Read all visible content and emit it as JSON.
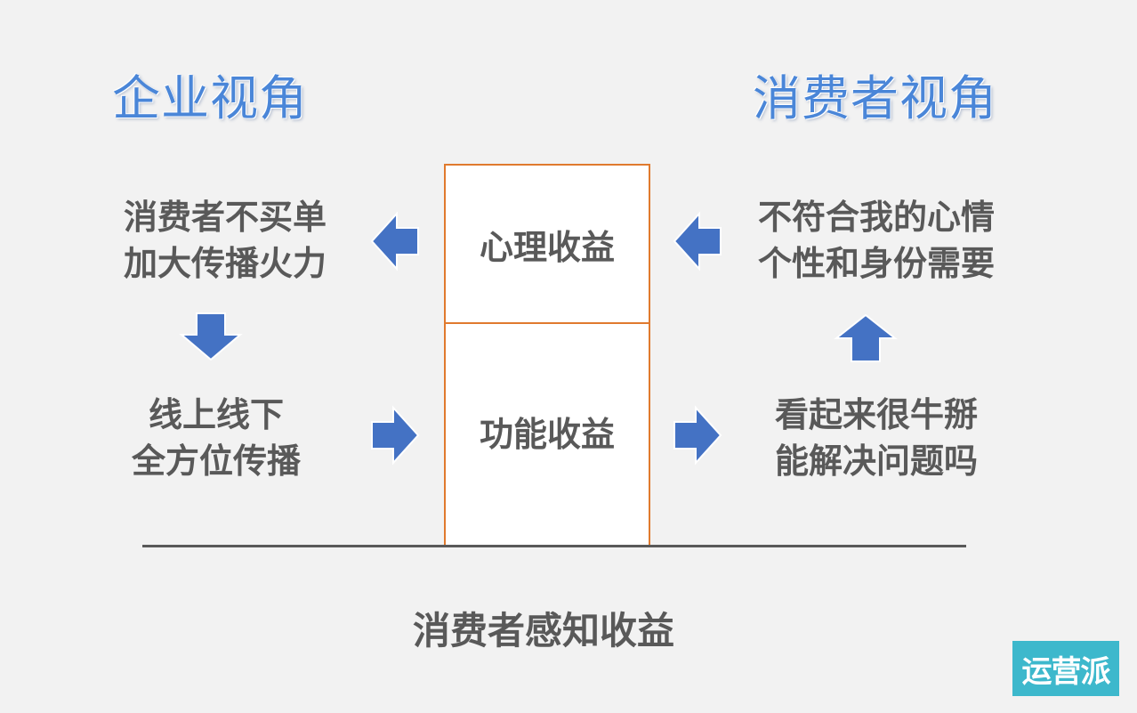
{
  "headings": {
    "left": "企业视角",
    "right": "消费者视角"
  },
  "left": {
    "top_lines": [
      "消费者不买单",
      "加大传播火力"
    ],
    "bottom_lines": [
      "线上线下",
      "全方位传播"
    ]
  },
  "right": {
    "top_lines": [
      "不符合我的心情",
      "个性和身份需要"
    ],
    "bottom_lines": [
      "看起来很牛掰",
      "能解决问题吗"
    ]
  },
  "boxes": {
    "top": "心理收益",
    "bottom": "功能收益"
  },
  "bottom_label": "消费者感知收益",
  "logo": "运营派",
  "colors": {
    "heading": "#4a86d8",
    "arrow": "#4472c4",
    "box_border": "#e07a2e",
    "text": "#595959",
    "logo_bg": "#3db8cc"
  },
  "icons": {
    "arrows": [
      "arrow-left-icon",
      "arrow-left-icon",
      "arrow-down-icon",
      "arrow-up-icon",
      "arrow-right-icon",
      "arrow-right-icon"
    ]
  }
}
